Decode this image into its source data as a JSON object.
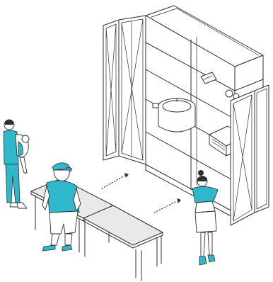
{
  "illustration": {
    "subject": "furniture-unit-with-people",
    "colors": {
      "accent": "#2fb8cc",
      "line": "#2e2e2e",
      "table": "#e9e9e9",
      "background": "#ffffff"
    },
    "arrows": 2,
    "people": 3
  }
}
